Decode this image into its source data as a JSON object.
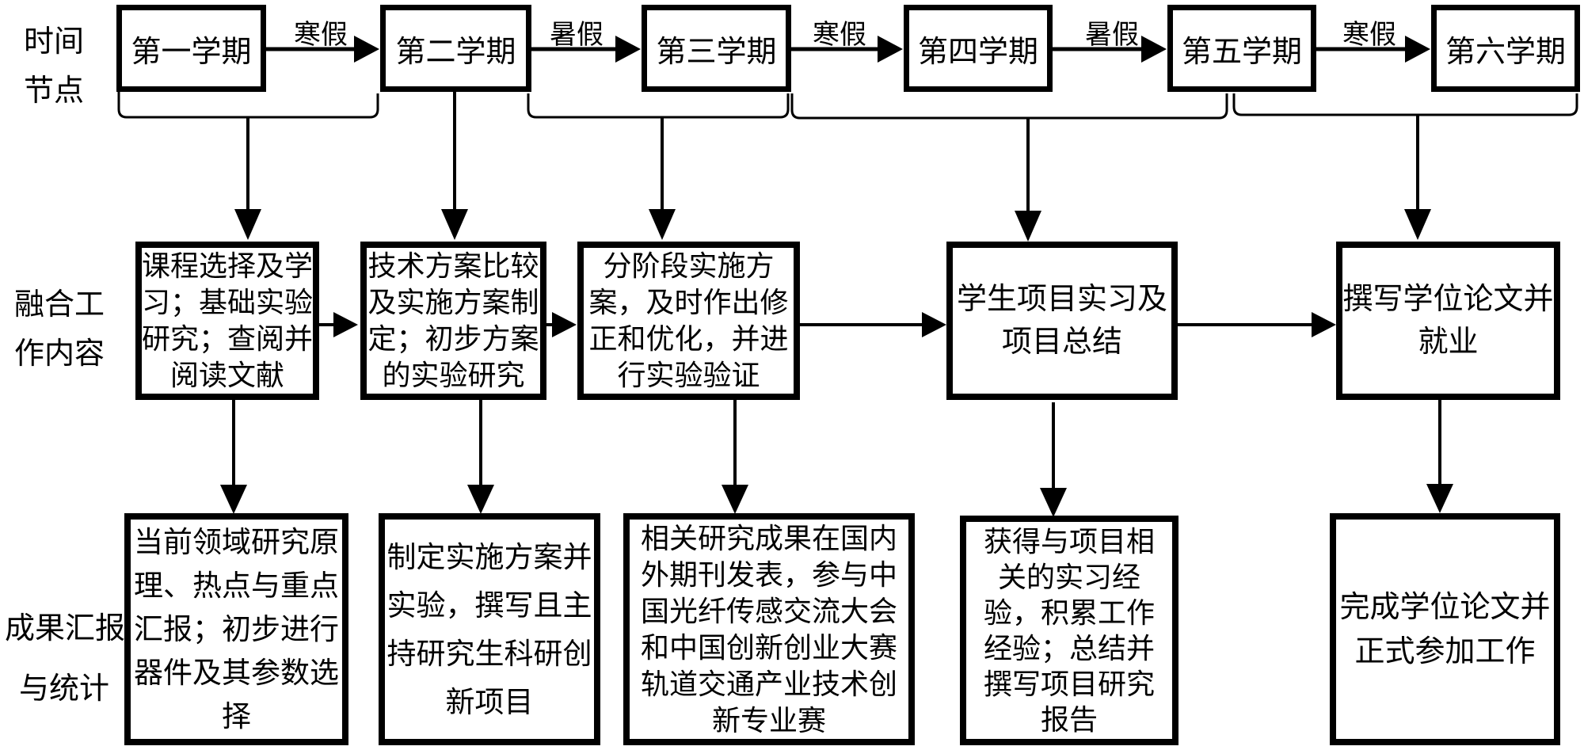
{
  "row_labels": {
    "time": "时间\n节点",
    "work": "融合工\n作内容",
    "results": "成果汇报\n与统计"
  },
  "semesters": [
    {
      "label": "第一学期"
    },
    {
      "label": "第二学期"
    },
    {
      "label": "第三学期"
    },
    {
      "label": "第四学期"
    },
    {
      "label": "第五学期"
    },
    {
      "label": "第六学期"
    }
  ],
  "break_labels": [
    {
      "label": "寒假"
    },
    {
      "label": "暑假"
    },
    {
      "label": "寒假"
    },
    {
      "label": "暑假"
    },
    {
      "label": "寒假"
    }
  ],
  "work_items": [
    {
      "text": "课程选择及学\n习；基础实验\n研究；查阅并\n阅读文献"
    },
    {
      "text": "技术方案比较\n及实施方案制\n定；初步方案\n的实验研究"
    },
    {
      "text": "分阶段实施方\n案，及时作出修\n正和优化，并进\n行实验验证"
    },
    {
      "text": "学生项目实习及\n项目总结"
    },
    {
      "text": "撰写学位论文并\n就业"
    }
  ],
  "result_items": [
    {
      "text": "当前领域研究原\n理、热点与重点\n汇报；初步进行\n器件及其参数选\n择"
    },
    {
      "text": "制定实施方案并\n实验，撰写且主\n持研究生科研创\n新项目"
    },
    {
      "text": "相关研究成果在国内\n外期刊发表，参与中\n国光纤传感交流大会\n和中国创新创业大赛\n轨道交通产业技术创\n新专业赛"
    },
    {
      "text": "获得与项目相\n关的实习经\n验，积累工作\n经验；总结并\n撰写项目研究\n报告"
    },
    {
      "text": "完成学位论文并\n正式参加工作"
    }
  ],
  "colors": {
    "line": "#000000",
    "text": "#000000",
    "background": "#ffffff"
  }
}
